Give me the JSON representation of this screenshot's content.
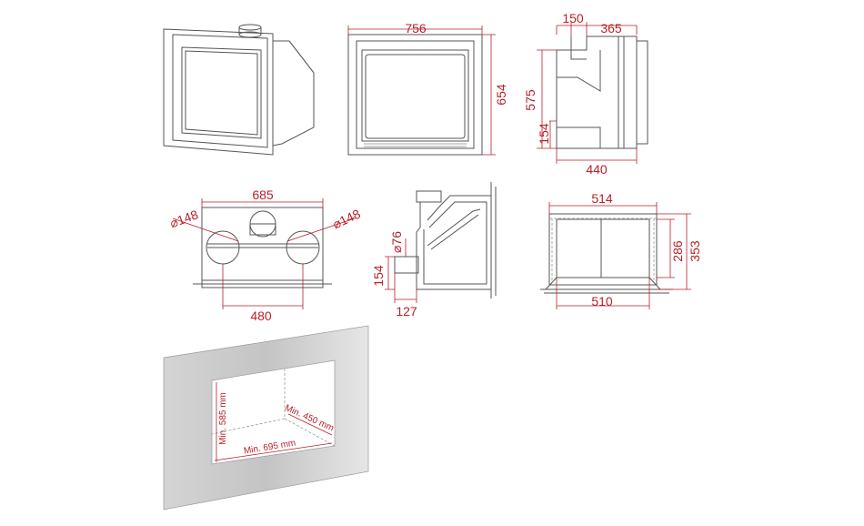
{
  "colors": {
    "dimension": "#b8202a",
    "line": "#555555"
  },
  "front": {
    "width": "756",
    "height": "654"
  },
  "side": {
    "flue_offset": "150",
    "depth_top": "365",
    "height": "575",
    "base": "154",
    "depth": "440"
  },
  "top": {
    "width": "685",
    "diam_left": "⌀148",
    "diam_right": "⌀148",
    "spacing": "480"
  },
  "section": {
    "air_diam": "⌀76",
    "air_height": "154",
    "air_depth": "127"
  },
  "back": {
    "outer": "514",
    "inner": "510",
    "inner_height": "286",
    "outer_height": "353"
  },
  "niche": {
    "height": "Min. 585 mm",
    "width": "Min. 695 mm",
    "depth": "Min. 450 mm"
  }
}
